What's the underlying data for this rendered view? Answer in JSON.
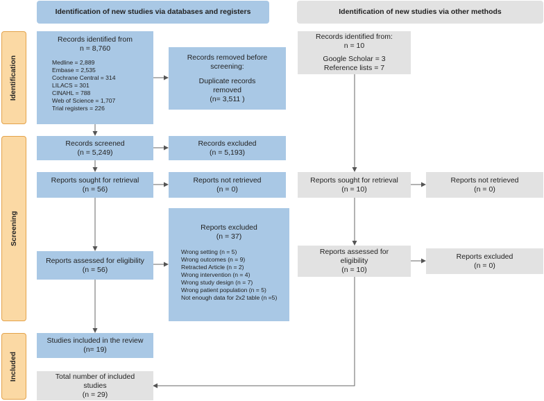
{
  "headers": {
    "left": "Identification of new studies via databases and registers",
    "right": "Identification of new studies via other methods"
  },
  "phases": {
    "identification": "Identification",
    "screening": "Screening",
    "included": "Included"
  },
  "db": {
    "identified": {
      "title": "Records identified from",
      "total": "n = 8,760",
      "sources": [
        "Medline = 2,889",
        "Embase = 2,535",
        "Cochrane Central = 314",
        "LILACS = 301",
        "CINAHL = 788",
        "Web of Science = 1,707",
        "Trial registers = 226"
      ]
    },
    "removed": {
      "line1": "Records removed before",
      "line2": "screening:",
      "line3": "Duplicate records",
      "line4": "removed",
      "line5": "(n= 3,511 )"
    },
    "screened": {
      "line1": "Records screened",
      "line2": "(n = 5,249)"
    },
    "excluded": {
      "line1": "Records excluded",
      "line2": "(n = 5,193)"
    },
    "sought": {
      "line1": "Reports sought for retrieval",
      "line2": "(n = 56)"
    },
    "not_retrieved": {
      "line1": "Reports not retrieved",
      "line2": "(n = 0)"
    },
    "assessed": {
      "line1": "Reports assessed for eligibility",
      "line2": "(n = 56)"
    },
    "reports_excluded": {
      "title": "Reports excluded",
      "total": "(n = 37)",
      "reasons": [
        "Wrong setting (n = 5)",
        "Wrong outcomes (n = 9)",
        "Retracted Article (n = 2)",
        "Wrong intervention (n = 4)",
        "Wrong study design (n = 7)",
        "Wrong patient population (n = 5)",
        "Not enough data for 2x2 table (n =5)"
      ]
    },
    "included": {
      "line1": "Studies included in the review",
      "line2": "(n= 19)"
    },
    "total_included": {
      "line1": "Total number of included",
      "line2": "studies",
      "line3": "(n = 29)"
    }
  },
  "other": {
    "identified": {
      "line1": "Records identified from:",
      "line2": "n = 10",
      "line3": "Google Scholar = 3",
      "line4": "Reference lists = 7"
    },
    "sought": {
      "line1": "Reports sought for retrieval",
      "line2": "(n = 10)"
    },
    "not_retrieved": {
      "line1": "Reports not retrieved",
      "line2": "(n = 0)"
    },
    "assessed": {
      "line1": "Reports assessed for",
      "line2": "eligibility",
      "line3": "(n = 10)"
    },
    "excluded": {
      "line1": "Reports excluded",
      "line2": "(n = 0)"
    }
  }
}
